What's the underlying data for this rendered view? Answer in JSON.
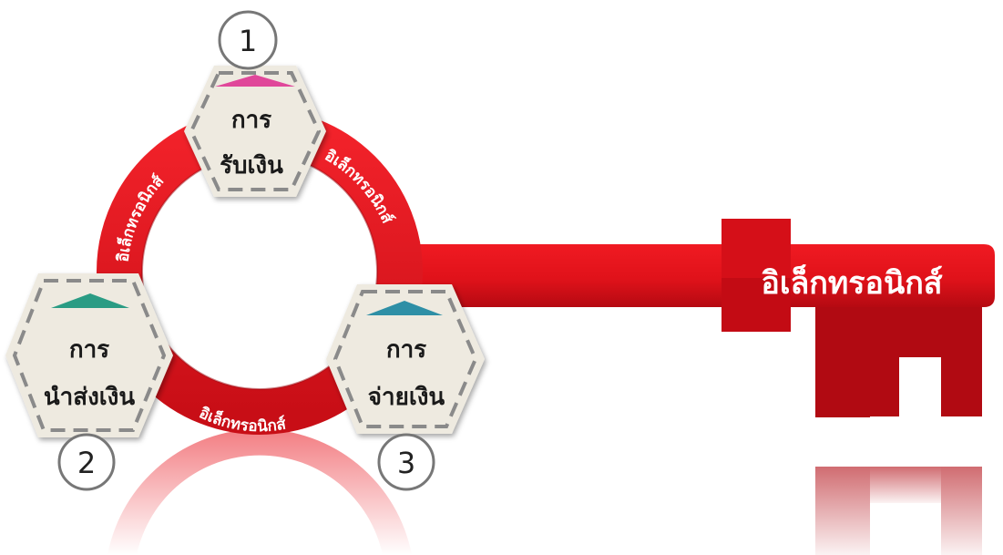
{
  "ring": {
    "arc_right_label": "อิเล็กทรอนิกส์",
    "arc_left_label": "อิเล็กทรอนิกส์",
    "arc_bottom_label": "อิเล็กทรอนิกส์"
  },
  "key": {
    "label": "อิเล็กทรอนิกส์"
  },
  "steps": [
    {
      "number": "1",
      "line1": "การ",
      "line2": "รับเงิน",
      "tab_color": "#E0479A"
    },
    {
      "number": "2",
      "line1": "การ",
      "line2": "นำส่งเงิน",
      "tab_color": "#2A9C84"
    },
    {
      "number": "3",
      "line1": "การ",
      "line2": "จ่ายเงิน",
      "tab_color": "#2E8FA6"
    }
  ],
  "colors": {
    "red": "#E8121B",
    "dark_red": "#B10A12",
    "hex_fill": "#EEEAE0",
    "hex_dash": "#8A8A8A"
  }
}
